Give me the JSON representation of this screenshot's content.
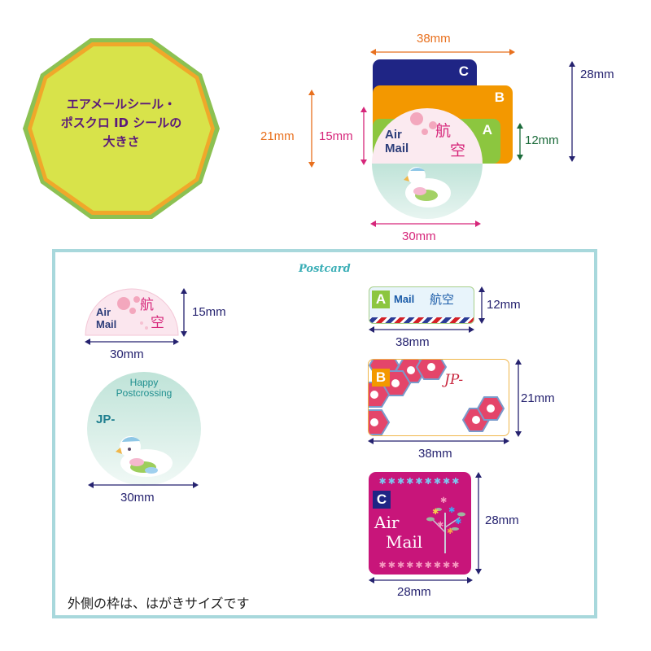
{
  "title_badge": {
    "lines": [
      "エアメールシール・",
      "ポスクロ ID シールの",
      "大きさ"
    ],
    "fill_color": "#d8e34a",
    "inner_border_color": "#f0a82a",
    "outer_border_color": "#8cc152",
    "text_color": "#5b1a7a"
  },
  "overview": {
    "width_top_label": "38mm",
    "height_c_label": "28mm",
    "height_b_label": "21mm",
    "height_halfcircle_label": "15mm",
    "height_a_label": "12mm",
    "width_circle_label": "30mm",
    "cards": [
      {
        "letter": "C",
        "color": "#1f2585"
      },
      {
        "letter": "B",
        "color": "#f39800"
      },
      {
        "letter": "A",
        "color": "#8cc63f"
      }
    ],
    "sticker_text": {
      "air": "Air",
      "mail": "Mail",
      "kanji1": "航",
      "kanji2": "空"
    }
  },
  "postcard": {
    "label": "Postcard",
    "border_color": "#a8d8dc",
    "note": "外側の枠は、はがきサイズです",
    "half_circle": {
      "air": "Air",
      "mail": "Mail",
      "kanji1": "航",
      "kanji2": "空",
      "height_label": "15mm",
      "width_label": "30mm"
    },
    "round_id": {
      "line1": "Happy",
      "line2": "Postcrossing",
      "jp": "JP-",
      "width_label": "30mm"
    },
    "sticker_a": {
      "letter": "A",
      "mail": "Mail",
      "kanji": "航空",
      "height_label": "12mm",
      "width_label": "38mm"
    },
    "sticker_b": {
      "letter": "B",
      "jp": "JP-",
      "height_label": "21mm",
      "width_label": "38mm"
    },
    "sticker_c": {
      "letter": "C",
      "air": "Air",
      "mail": "Mail",
      "height_label": "28mm",
      "width_label": "28mm",
      "color": "#c8157a"
    }
  }
}
